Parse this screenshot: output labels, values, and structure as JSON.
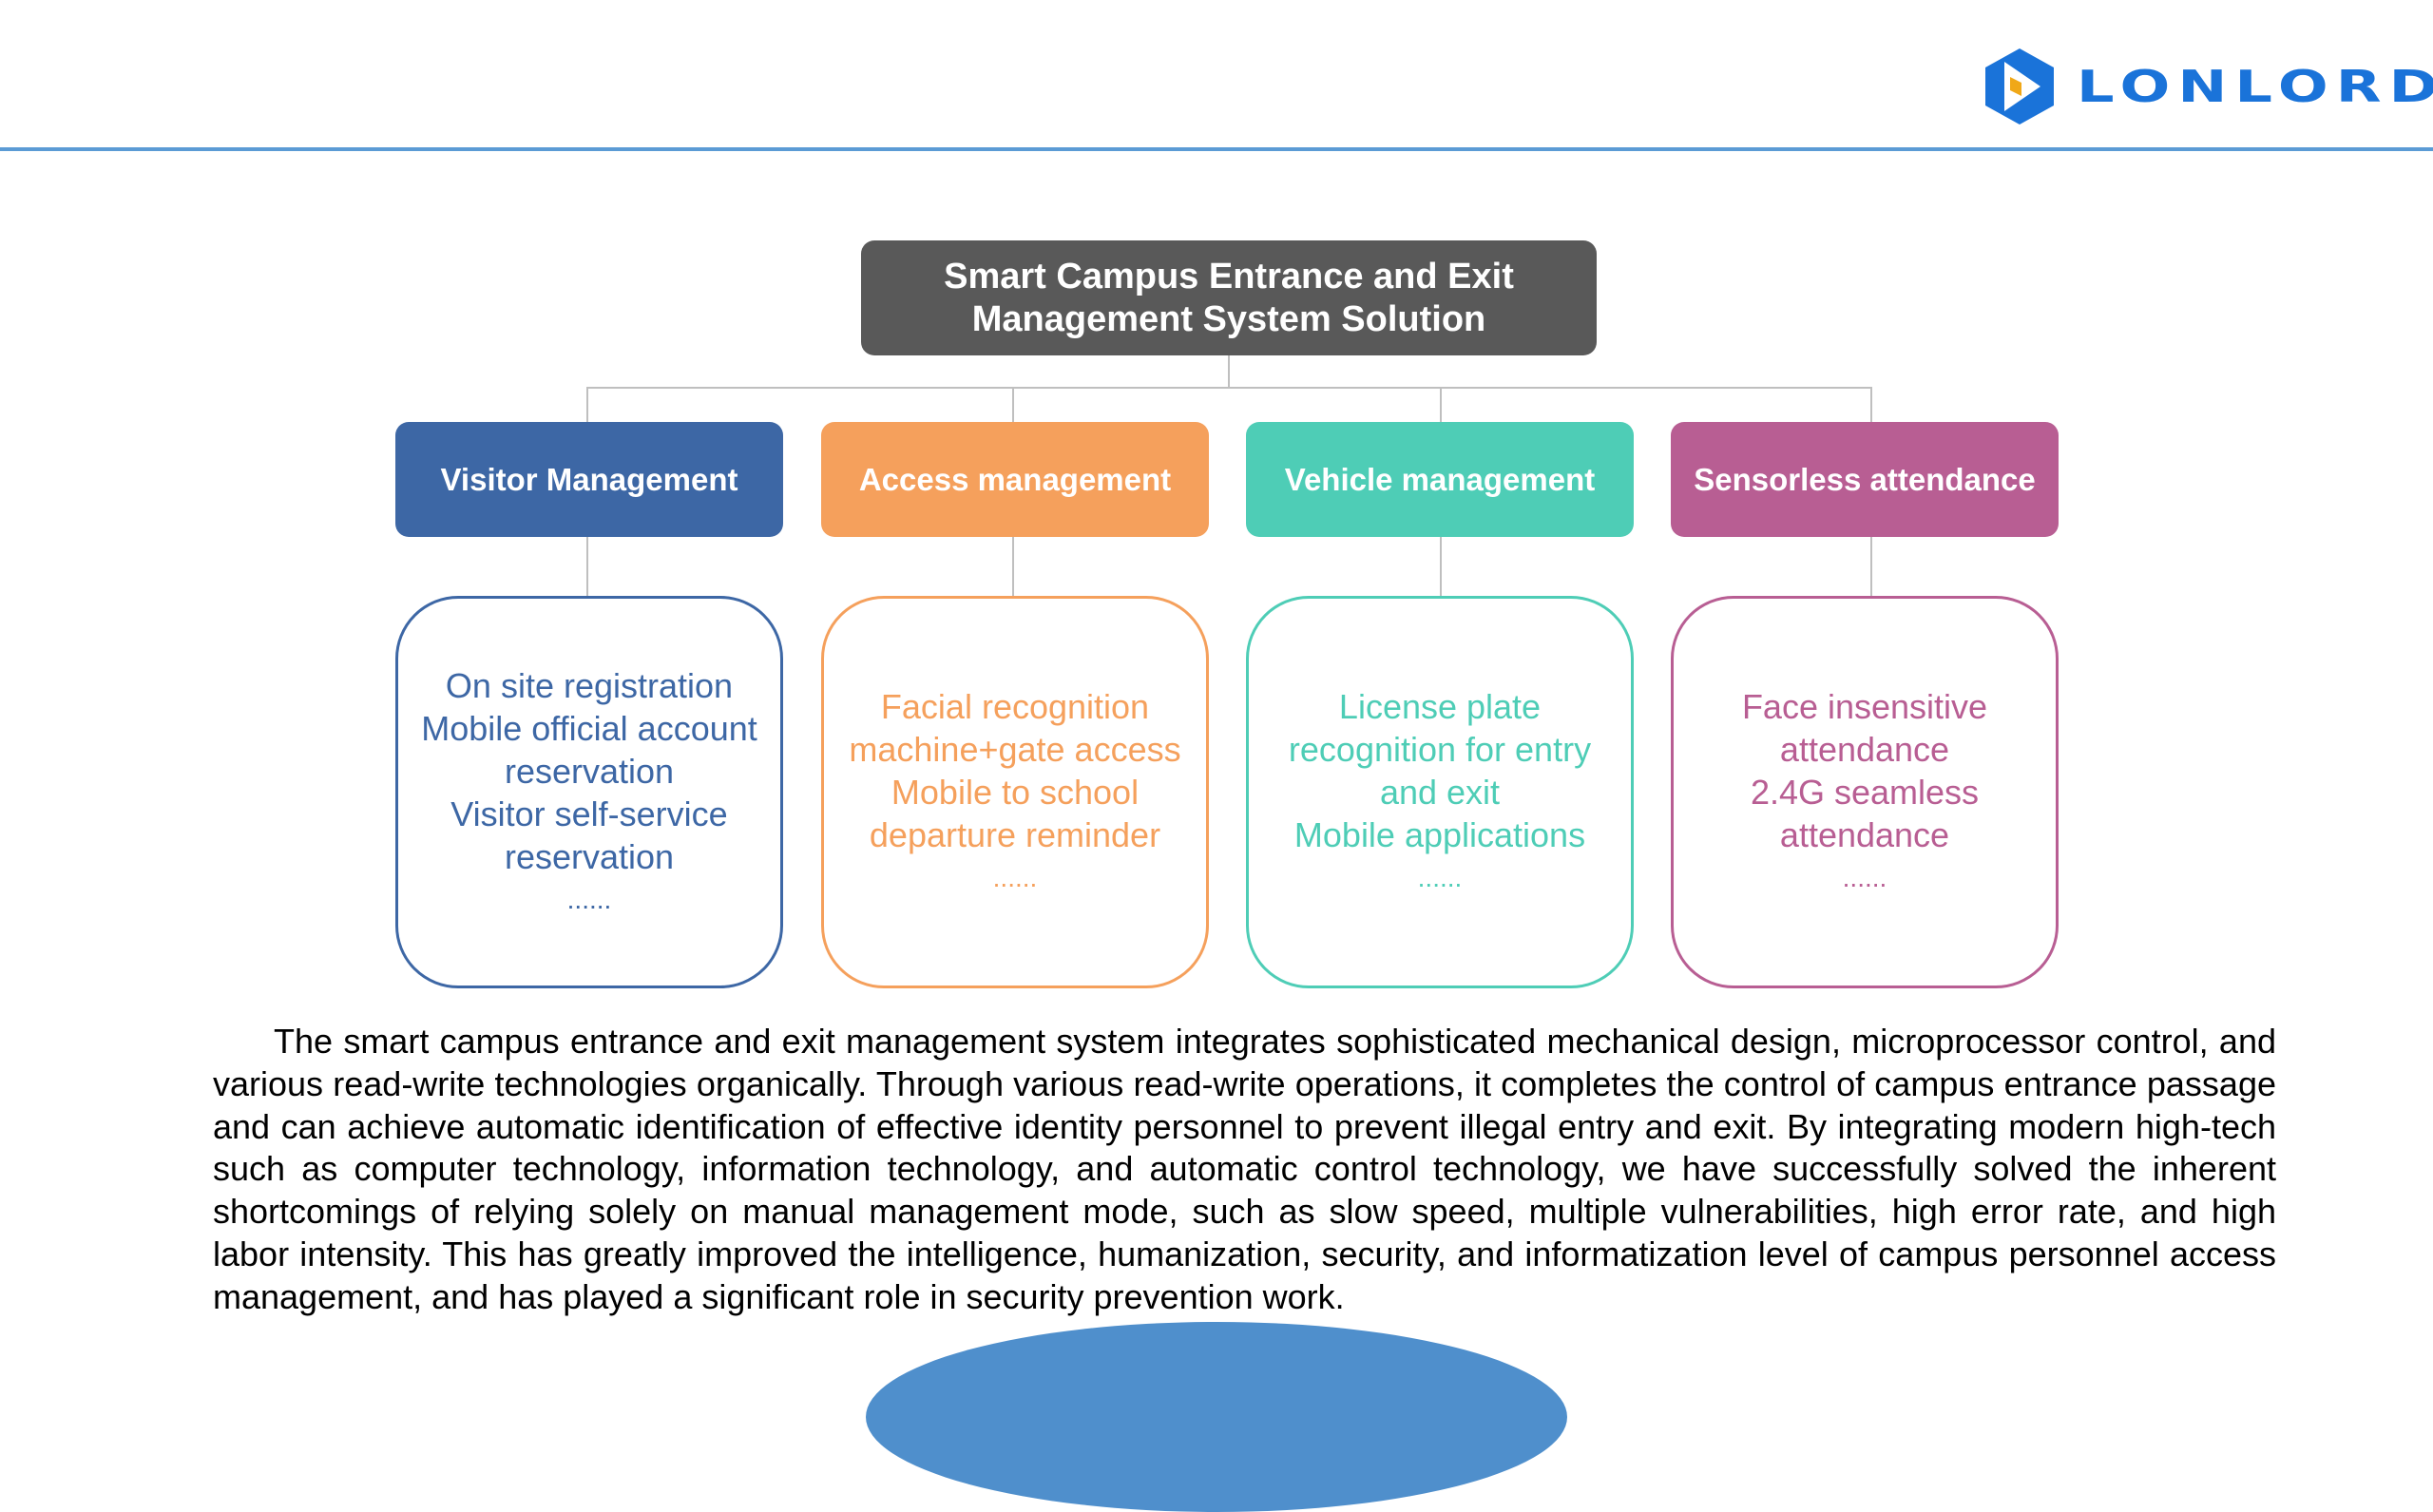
{
  "logo": {
    "text": "LONLORD",
    "colors": {
      "blue": "#1a73d9",
      "accent": "#f0a818"
    }
  },
  "title": "Smart Campus Entrance and Exit Management System Solution",
  "categories": [
    {
      "label": "Visitor Management",
      "color": "#3d67a5",
      "items": [
        "On site registration",
        "Mobile official account reservation",
        "Visitor self-service reservation"
      ],
      "more": "......"
    },
    {
      "label": "Access management",
      "color": "#f5a05c",
      "items": [
        "Facial recognition machine+gate access",
        "Mobile to school departure reminder"
      ],
      "more": "......"
    },
    {
      "label": "Vehicle management",
      "color": "#4ecdb6",
      "items": [
        "License plate recognition for entry and exit",
        "Mobile applications"
      ],
      "more": "......"
    },
    {
      "label": "Sensorless attendance",
      "color": "#b85e93",
      "items": [
        "Face insensitive attendance",
        "2.4G seamless attendance"
      ],
      "more": "......"
    }
  ],
  "paragraph": "The smart campus entrance and exit management system integrates sophisticated mechanical design, microprocessor control, and various read-write technologies organically. Through various read-write operations, it completes the control of campus entrance passage and can achieve automatic identification of effective identity personnel to prevent illegal entry and exit. By integrating modern high-tech such as computer technology, information technology, and automatic control technology, we have successfully solved the inherent shortcomings of relying solely on manual management mode, such as slow speed, multiple vulnerabilities, high error rate, and high labor intensity. This has greatly improved the intelligence, humanization, security, and informatization level of campus personnel access management, and has played a significant role in security prevention work."
}
